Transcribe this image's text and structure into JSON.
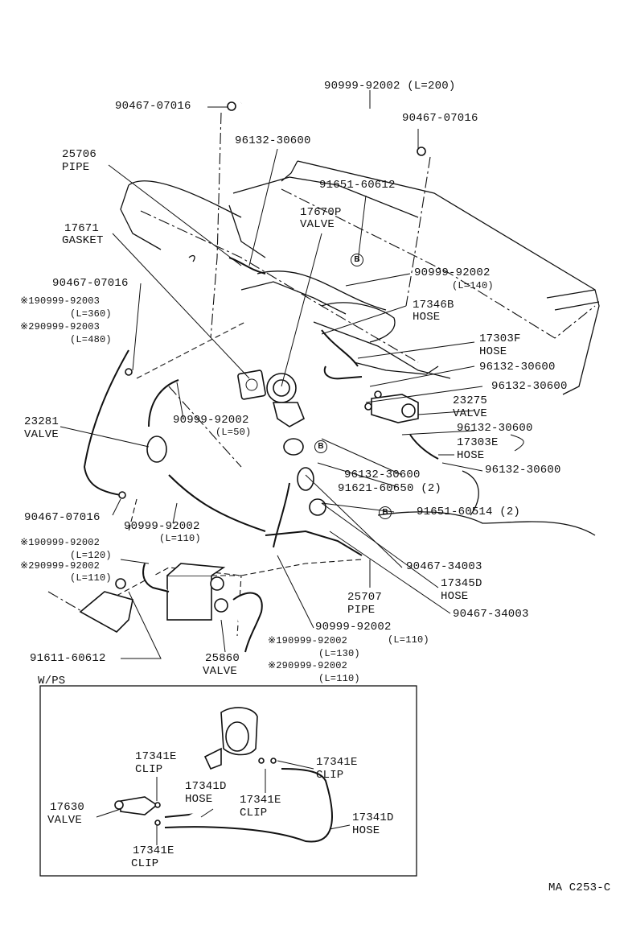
{
  "labels": {
    "p90999_92002_L200": "90999-92002 (L=200)",
    "p90467_07016_a": "90467-07016",
    "p90467_07016_b": "90467-07016",
    "p96132_30600_a": "96132-30600",
    "p25706": "25706",
    "p25706_name": "PIPE",
    "p91651_60612": "91651-60612",
    "p17670P": "17670P",
    "p17670P_name": "VALVE",
    "p17671": "17671",
    "p17671_name": "GASKET",
    "p90999_92002_L140": "90999-92002",
    "p90999_92002_L140_len": "(L=140)",
    "p90467_07016_c": "90467-07016",
    "p90999_92003_1": "※190999-92003",
    "p90999_92003_1_len": "(L=360)",
    "p90999_92003_2": "※290999-92003",
    "p90999_92003_2_len": "(L=480)",
    "p17346B": "17346B",
    "p17346B_name": "HOSE",
    "p17303F": "17303F",
    "p17303F_name": "HOSE",
    "p96132_30600_b": "96132-30600",
    "p96132_30600_c": "96132-30600",
    "p23275": "23275",
    "p23275_name": "VALVE",
    "p23281": "23281",
    "p23281_name": "VALVE",
    "p90999_92002_L50": "90999-92002",
    "p90999_92002_L50_len": "(L=50)",
    "p96132_30600_d": "96132-30600",
    "p17303E": "17303E",
    "p17303E_name": "HOSE",
    "p96132_30600_e": "96132-30600",
    "p96132_30600_f": "96132-30600",
    "p91621_60650": "91621-60650 (2)",
    "p90467_07016_d": "90467-07016",
    "p90999_92002_L110a": "90999-92002",
    "p90999_92002_L110a_len": "(L=110)",
    "p91651_60514": "91651-60514 (2)",
    "p90999_92002_1": "※190999-92002",
    "p90999_92002_1_len": "(L=120)",
    "p90999_92002_2": "※290999-92002",
    "p90999_92002_2_len": "(L=110)",
    "p90467_34003_a": "90467-34003",
    "p17345D": "17345D",
    "p17345D_name": "HOSE",
    "p25707": "25707",
    "p25707_name": "PIPE",
    "p90467_34003_b": "90467-34003",
    "p90999_92002_L110b": "90999-92002",
    "p90999_92002_L110b_len": "(L=110)",
    "p90999_92002_130": "※190999-92002",
    "p90999_92002_130_len": "(L=130)",
    "p90999_92002_110c": "※290999-92002",
    "p90999_92002_110c_len": "(L=110)",
    "p91611_60612": "91611-60612",
    "p25860": "25860",
    "p25860_name": "VALVE",
    "wps": "W/PS",
    "p17341E_a": "17341E",
    "p17341E_a_name": "CLIP",
    "p17341E_b": "17341E",
    "p17341E_b_name": "CLIP",
    "p17341D_a": "17341D",
    "p17341D_a_name": "HOSE",
    "p17341E_c": "17341E",
    "p17341E_c_name": "CLIP",
    "p17630": "17630",
    "p17630_name": "VALVE",
    "p17341D_b": "17341D",
    "p17341D_b_name": "HOSE",
    "p17341E_d": "17341E",
    "p17341E_d_name": "CLIP",
    "ref": "MA C253-C",
    "markerB": "B"
  }
}
